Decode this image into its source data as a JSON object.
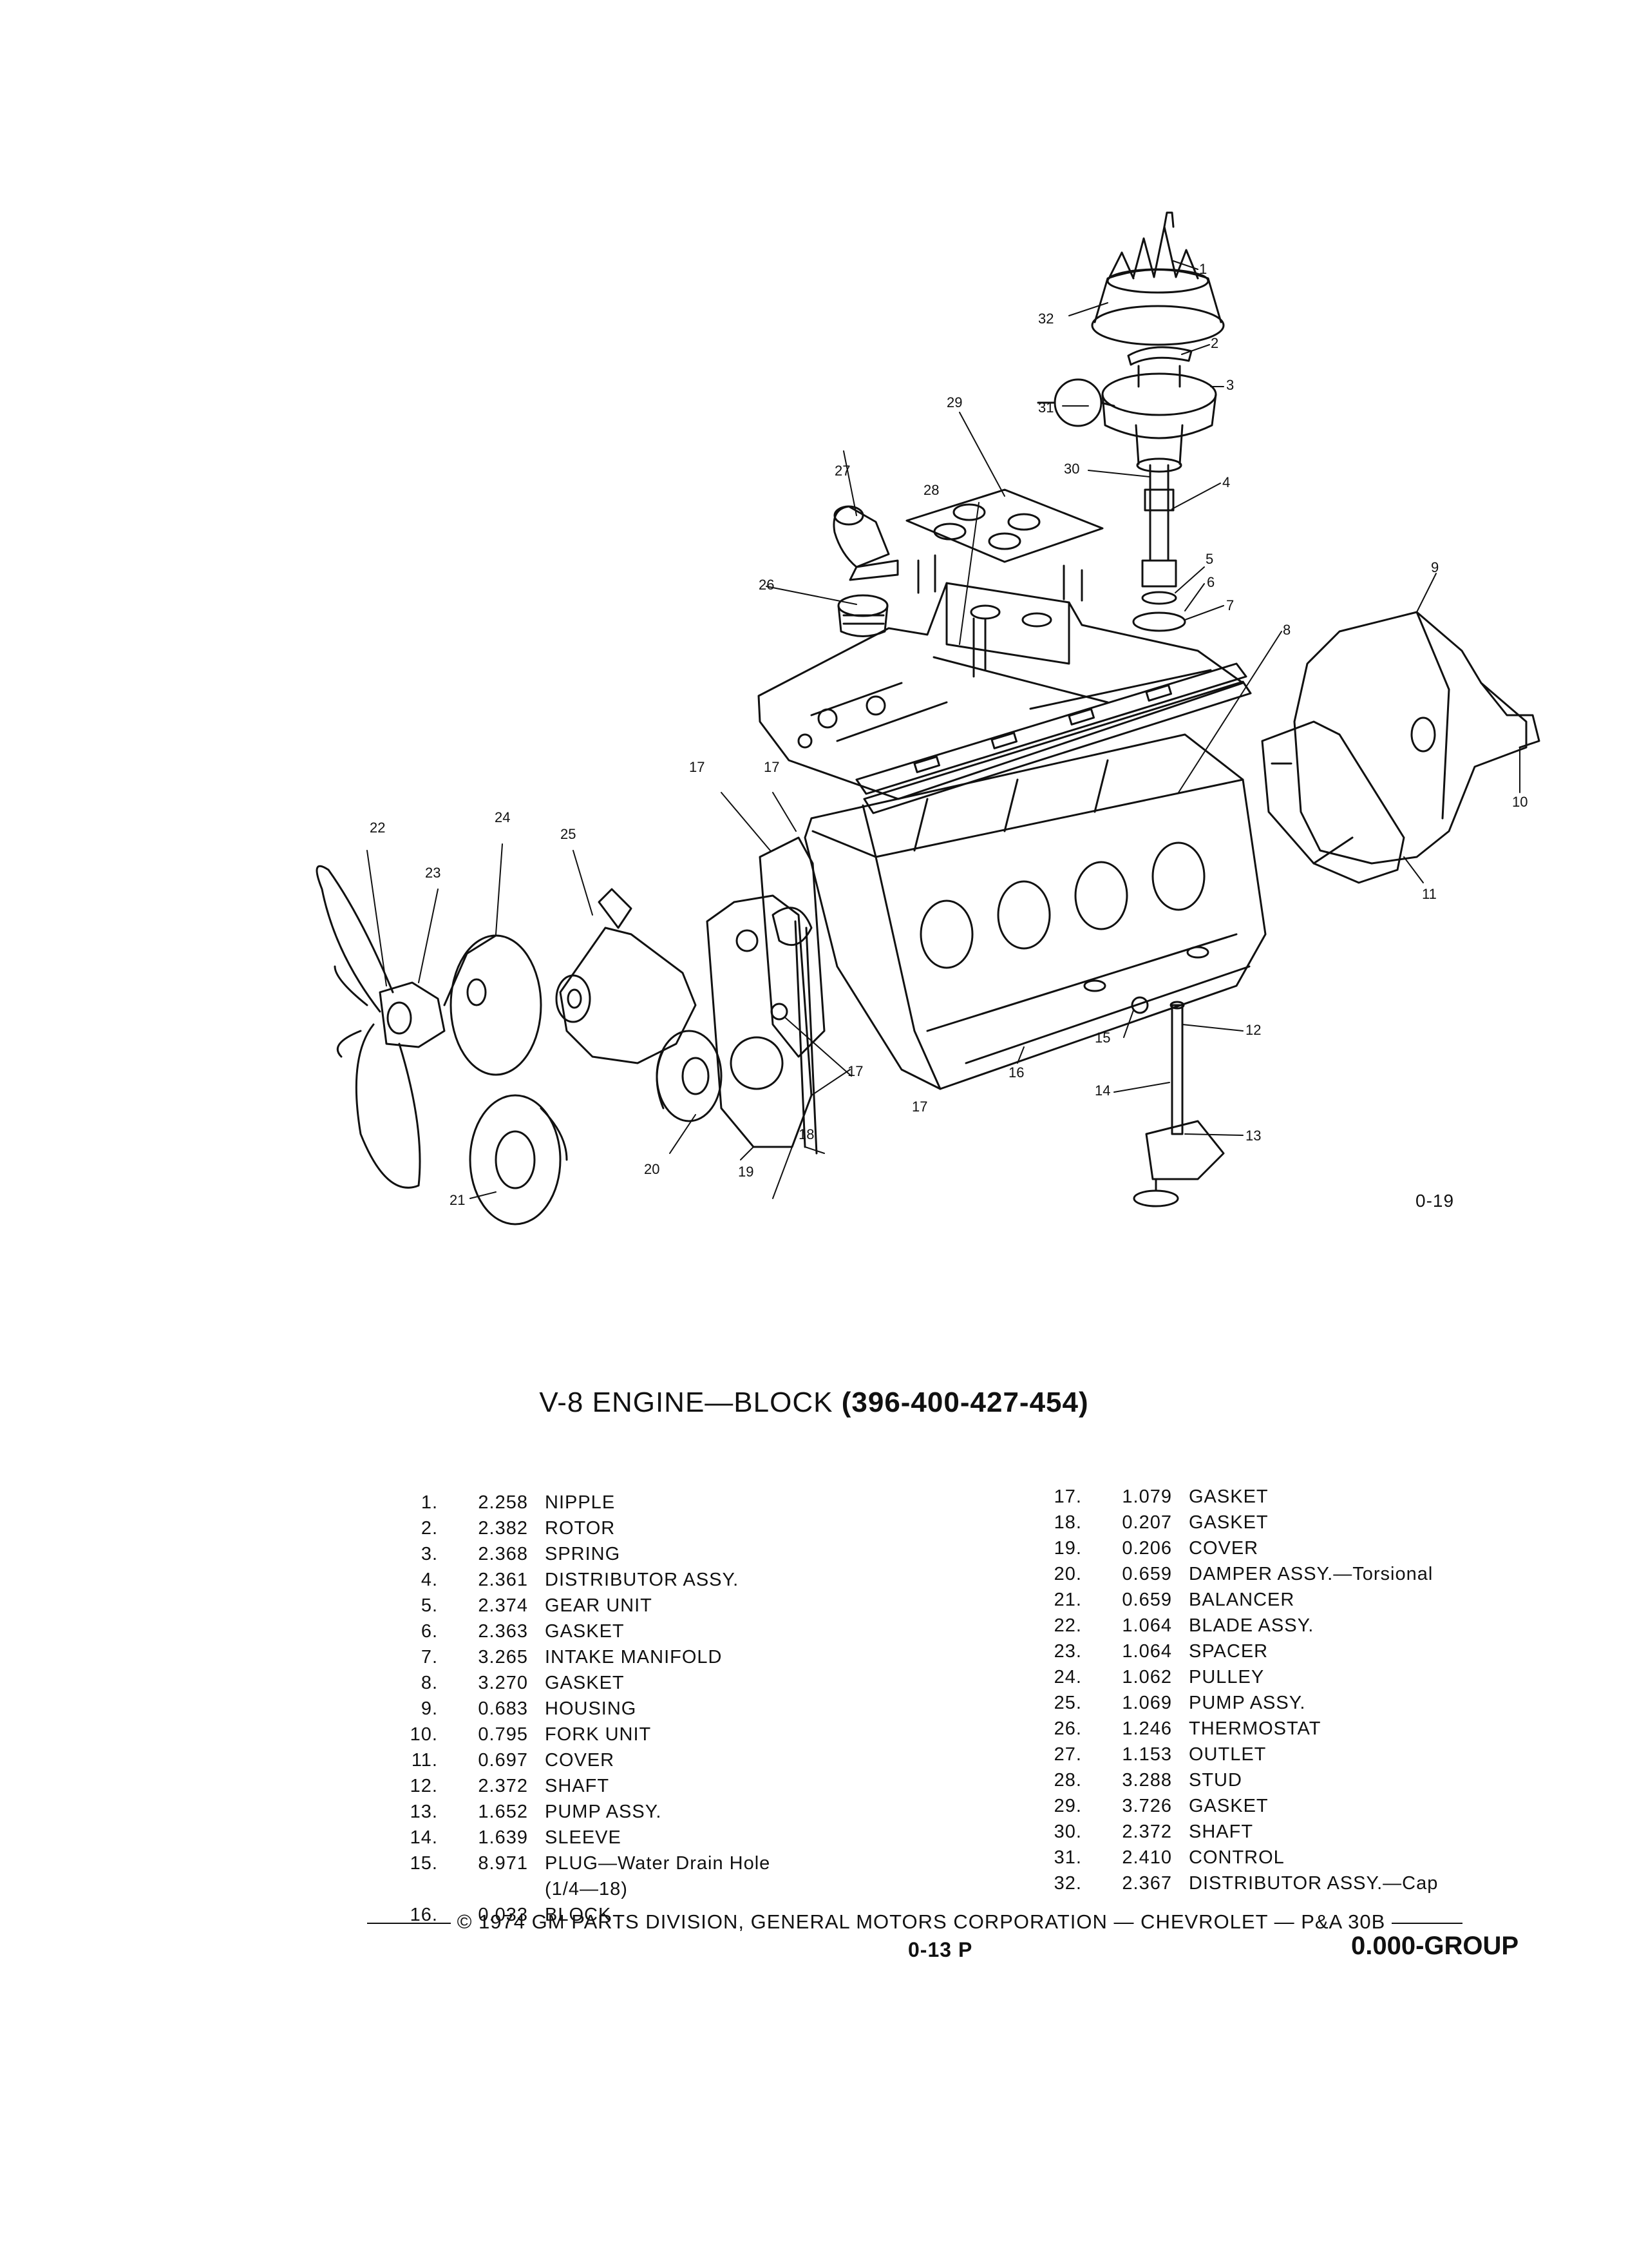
{
  "figure_number": "0-19",
  "title": "V-8 ENGINE—BLOCK",
  "title_sub": "(396-400-427-454)",
  "callouts": [
    "1",
    "2",
    "3",
    "4",
    "5",
    "6",
    "7",
    "8",
    "9",
    "10",
    "11",
    "12",
    "13",
    "14",
    "15",
    "16",
    "17",
    "17",
    "17",
    "17",
    "18",
    "19",
    "20",
    "21",
    "22",
    "23",
    "24",
    "25",
    "26",
    "27",
    "28",
    "29",
    "30",
    "31",
    "32"
  ],
  "parts_left": [
    {
      "num": "1.",
      "code": "2.258",
      "desc": "NIPPLE"
    },
    {
      "num": "2.",
      "code": "2.382",
      "desc": "ROTOR"
    },
    {
      "num": "3.",
      "code": "2.368",
      "desc": "SPRING"
    },
    {
      "num": "4.",
      "code": "2.361",
      "desc": "DISTRIBUTOR ASSY."
    },
    {
      "num": "5.",
      "code": "2.374",
      "desc": "GEAR UNIT"
    },
    {
      "num": "6.",
      "code": "2.363",
      "desc": "GASKET"
    },
    {
      "num": "7.",
      "code": "3.265",
      "desc": "INTAKE MANIFOLD"
    },
    {
      "num": "8.",
      "code": "3.270",
      "desc": "GASKET"
    },
    {
      "num": "9.",
      "code": "0.683",
      "desc": "HOUSING"
    },
    {
      "num": "10.",
      "code": "0.795",
      "desc": "FORK UNIT"
    },
    {
      "num": "11.",
      "code": "0.697",
      "desc": "COVER"
    },
    {
      "num": "12.",
      "code": "2.372",
      "desc": "SHAFT"
    },
    {
      "num": "13.",
      "code": "1.652",
      "desc": "PUMP ASSY."
    },
    {
      "num": "14.",
      "code": "1.639",
      "desc": "SLEEVE"
    },
    {
      "num": "15.",
      "code": "8.971",
      "desc": "PLUG—Water Drain Hole",
      "desc2": "(1/4—18)"
    },
    {
      "num": "16.",
      "code": "0.033",
      "desc": "BLOCK"
    }
  ],
  "parts_right": [
    {
      "num": "17.",
      "code": "1.079",
      "desc": "GASKET"
    },
    {
      "num": "18.",
      "code": "0.207",
      "desc": "GASKET"
    },
    {
      "num": "19.",
      "code": "0.206",
      "desc": "COVER"
    },
    {
      "num": "20.",
      "code": "0.659",
      "desc": "DAMPER ASSY.—Torsional"
    },
    {
      "num": "21.",
      "code": "0.659",
      "desc": "BALANCER"
    },
    {
      "num": "22.",
      "code": "1.064",
      "desc": "BLADE ASSY."
    },
    {
      "num": "23.",
      "code": "1.064",
      "desc": "SPACER"
    },
    {
      "num": "24.",
      "code": "1.062",
      "desc": "PULLEY"
    },
    {
      "num": "25.",
      "code": "1.069",
      "desc": "PUMP ASSY."
    },
    {
      "num": "26.",
      "code": "1.246",
      "desc": "THERMOSTAT"
    },
    {
      "num": "27.",
      "code": "1.153",
      "desc": "OUTLET"
    },
    {
      "num": "28.",
      "code": "3.288",
      "desc": "STUD"
    },
    {
      "num": "29.",
      "code": "3.726",
      "desc": "GASKET"
    },
    {
      "num": "30.",
      "code": "2.372",
      "desc": "SHAFT"
    },
    {
      "num": "31.",
      "code": "2.410",
      "desc": "CONTROL"
    },
    {
      "num": "32.",
      "code": "2.367",
      "desc": "DISTRIBUTOR ASSY.—Cap"
    }
  ],
  "footer": {
    "text": "© 1974 GM PARTS DIVISION, GENERAL MOTORS CORPORATION — CHEVROLET — P&A 30B",
    "page_id": "0-13 P",
    "group": "0.000-GROUP"
  }
}
